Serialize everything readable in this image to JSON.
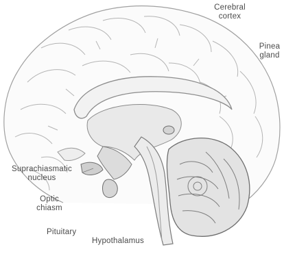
{
  "labels": {
    "cerebral_cortex": [
      "Cerebral",
      "cortex"
    ],
    "pineal_gland": [
      "Pinea",
      "gland"
    ],
    "suprachiasmatic_nucleus": [
      "Suprachiasmatic",
      "nucleus"
    ],
    "optic_chiasm": [
      "Optic",
      "chiasm"
    ],
    "pituitary": "Pituitary",
    "hypothalamus": "Hypothalamus"
  },
  "colors": {
    "line": "#9a9a9a",
    "dark_line": "#6e6e6e",
    "shade": "#cfcfcf",
    "light_shade": "#e6e6e6",
    "text": "#4a4a4a"
  }
}
